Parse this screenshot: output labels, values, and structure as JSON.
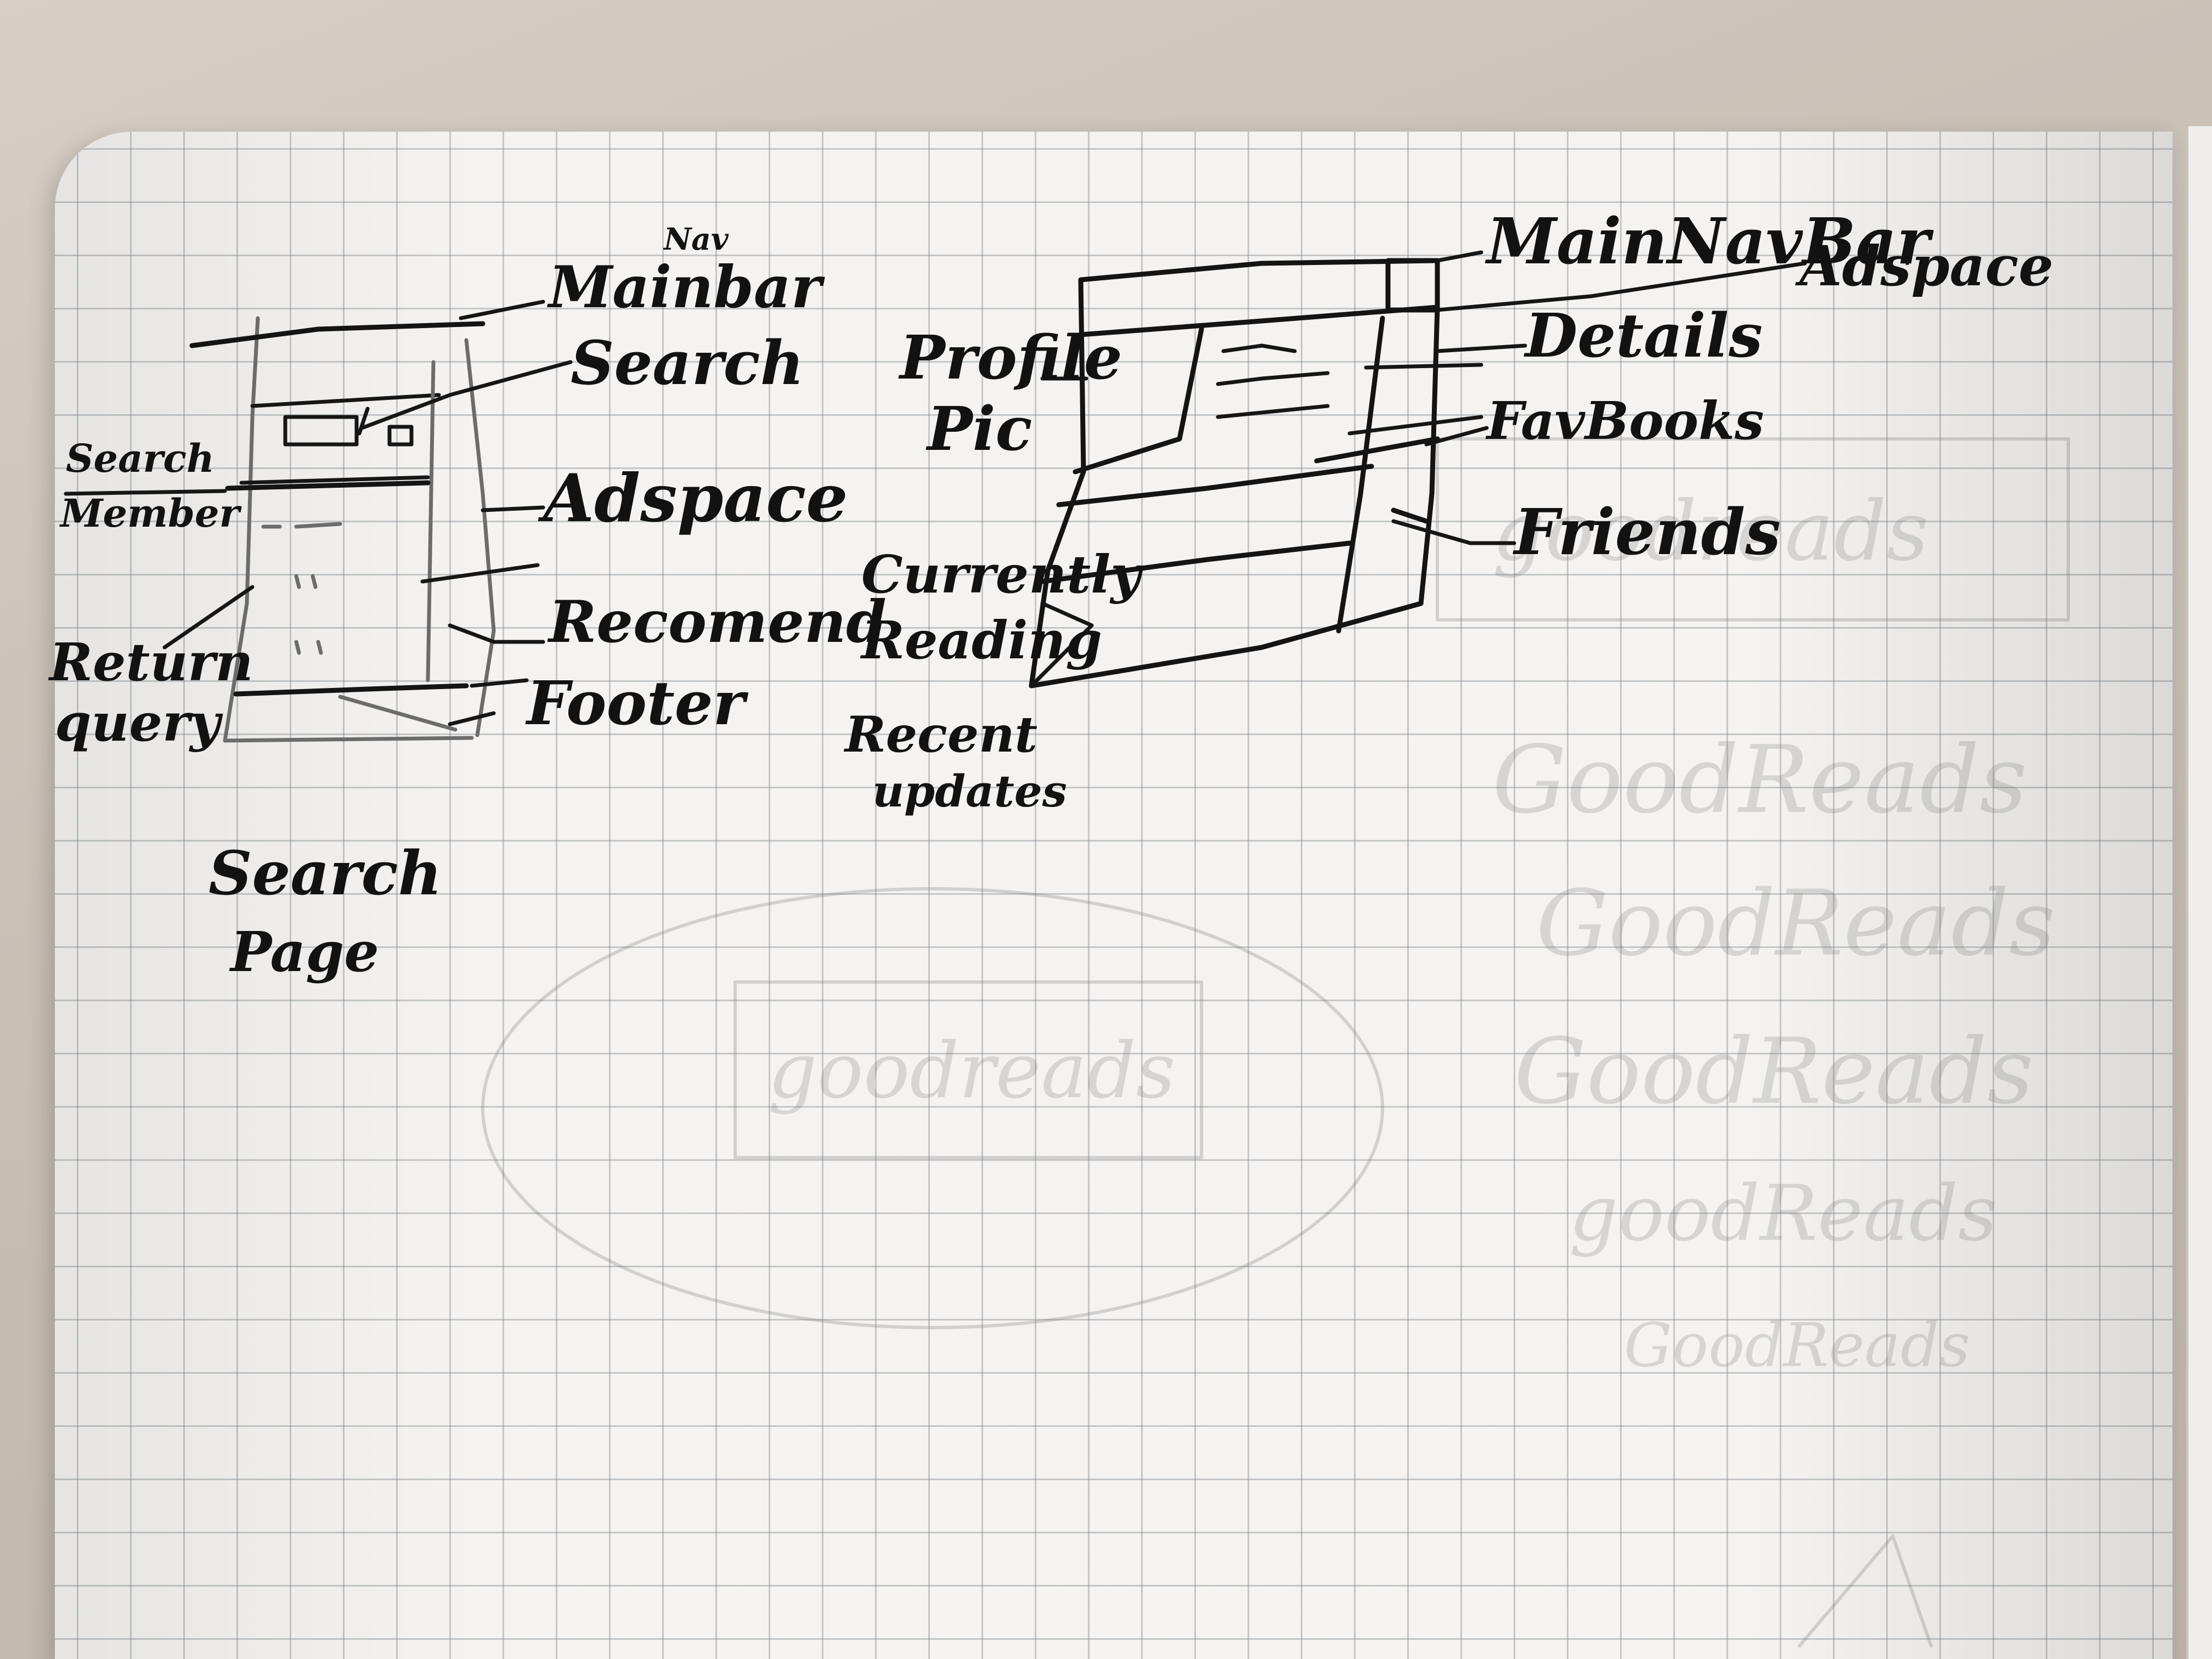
{
  "search_sketch": {
    "labels": {
      "main_bar_super": "Nav",
      "main_bar": "Mainbar",
      "search": "Search",
      "search_member_1": "Search",
      "search_member_2": "Member",
      "adspace": "Adspace",
      "return_query_1": "Return",
      "return_query_2": "query",
      "recommend": "Recomend",
      "footer": "Footer"
    },
    "caption": {
      "line1": "Search",
      "line2": "Page"
    }
  },
  "profile_sketch": {
    "labels": {
      "main_nav_bar": "MainNavBar",
      "adspace": "Adspace",
      "profile_pic_1": "Profile",
      "profile_pic_2": "Pic",
      "details": "Details",
      "fav_books": "FavBooks",
      "friends": "Friends",
      "currently_reading_1": "Currently",
      "currently_reading_2": "Reading",
      "recent_updates_1": "Recent",
      "recent_updates_2": "updates"
    }
  },
  "background_faint_text": {
    "right_1": "GoodReads",
    "right_2": "GoodReads",
    "right_3": "GoodReads",
    "right_4": "goodReads",
    "right_5": "GoodReads",
    "center_box": "goodreads",
    "upper_right_box": "goodreads"
  }
}
